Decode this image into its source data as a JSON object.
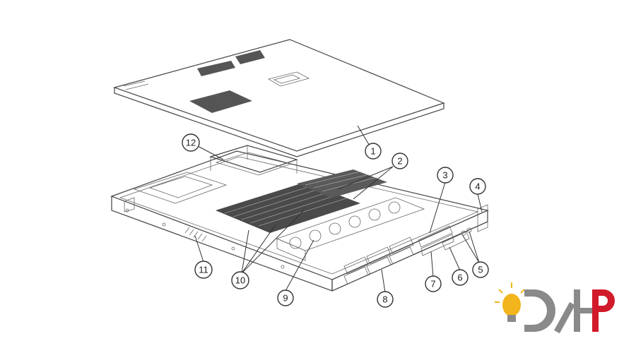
{
  "callouts": [
    {
      "id": "1",
      "label": "1"
    },
    {
      "id": "2",
      "label": "2"
    },
    {
      "id": "3",
      "label": "3"
    },
    {
      "id": "4",
      "label": "4"
    },
    {
      "id": "5",
      "label": "5"
    },
    {
      "id": "6",
      "label": "6"
    },
    {
      "id": "7",
      "label": "7"
    },
    {
      "id": "8",
      "label": "8"
    },
    {
      "id": "9",
      "label": "9"
    },
    {
      "id": "10",
      "label": "10"
    },
    {
      "id": "11",
      "label": "11"
    },
    {
      "id": "12",
      "label": "12"
    }
  ],
  "logo": {
    "text": "DRHP",
    "colors": {
      "gray": "#8a8a8a",
      "red": "#d11a2a",
      "bulb": "#f3b51d"
    }
  }
}
